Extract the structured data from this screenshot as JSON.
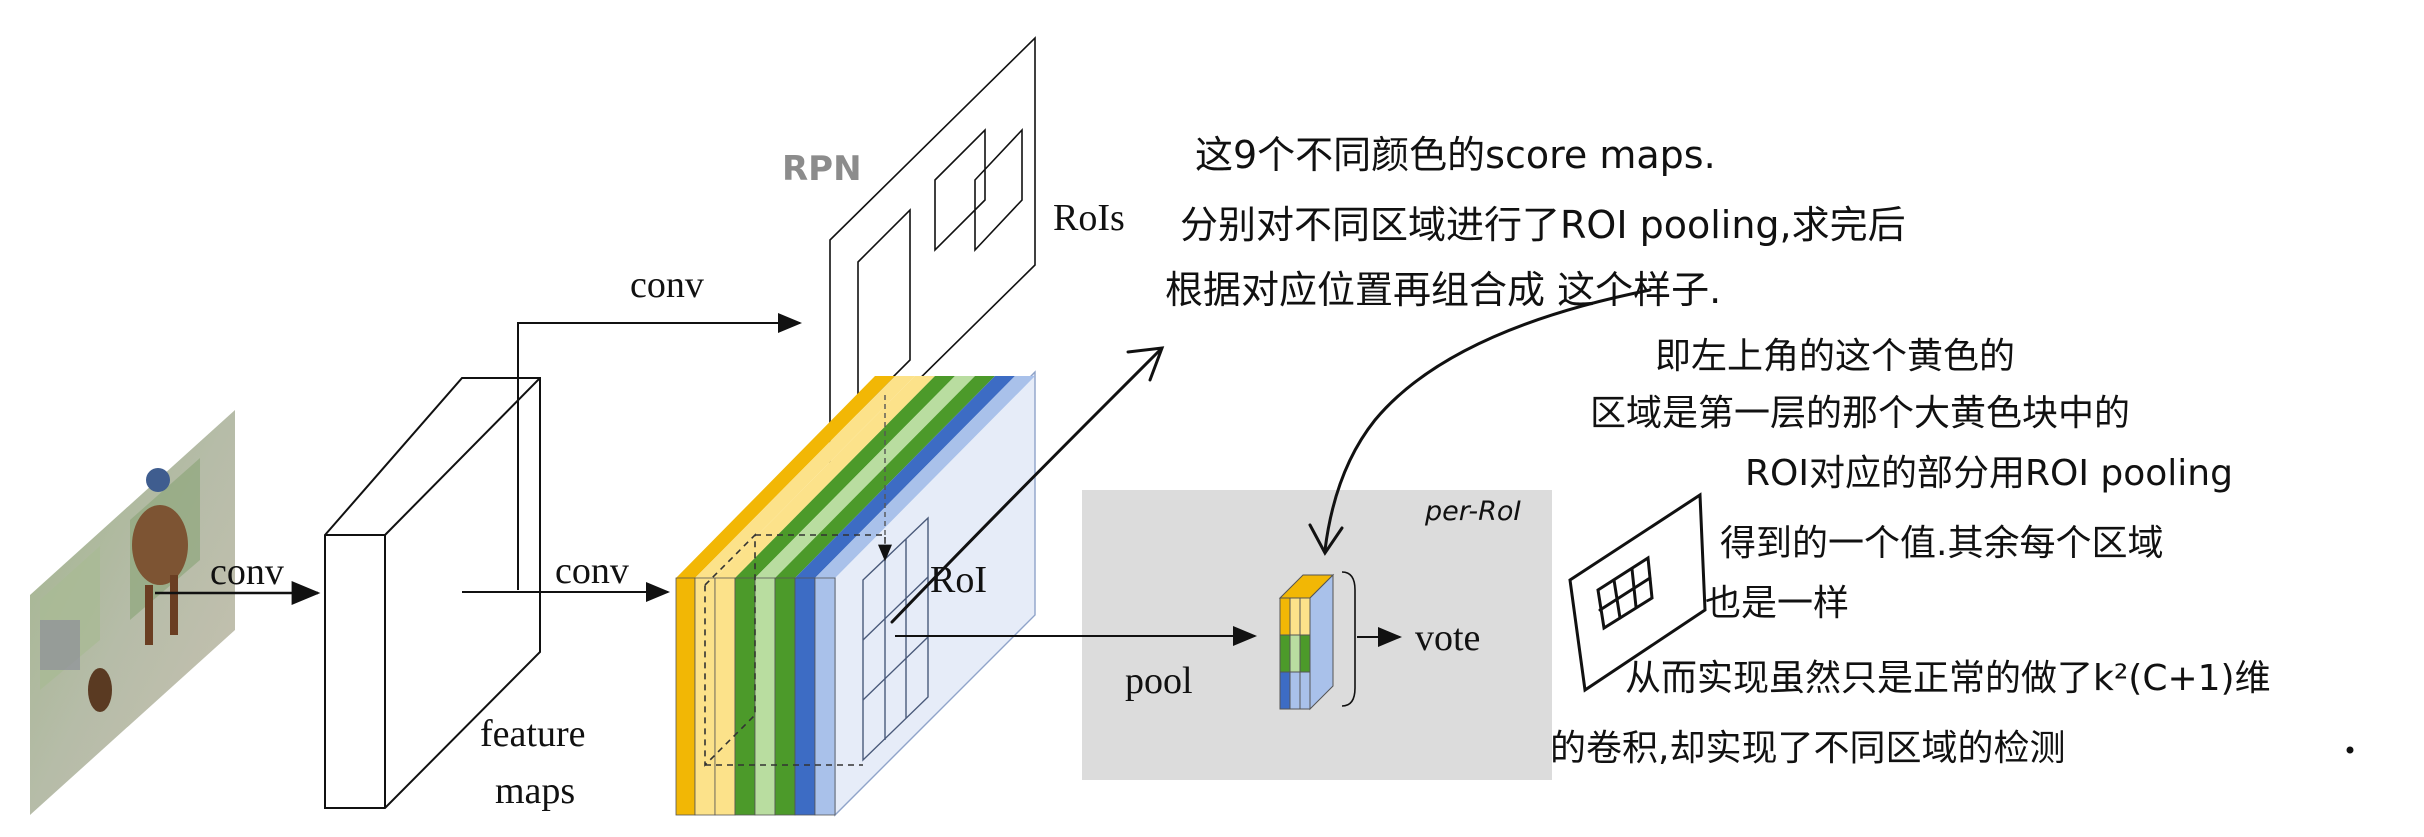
{
  "labels": {
    "conv_input": "conv",
    "conv_top": "conv",
    "conv_mid": "conv",
    "feature_maps_line1": "feature",
    "feature_maps_line2": "maps",
    "rpn": "RPN",
    "rois": "RoIs",
    "roi": "RoI",
    "per_roi": "per-RoI",
    "pool": "pool",
    "vote": "vote"
  },
  "annotations": {
    "note1": [
      "这9个不同颜色的score maps.",
      "分别对不同区域进行了ROI pooling,求完后",
      "根据对应位置再组合成 这个样子."
    ],
    "note2": [
      "即左上角的这个黄色的",
      "区域是第一层的那个大黄色块中的",
      "ROI对应的部分用ROI pooling",
      "得到的一个值.其余每个区域",
      "也是一样"
    ],
    "note3": [
      "从而实现虽然只是正常的做了k²(C+1)维",
      "的卷积,却实现了不同区域的检测"
    ]
  },
  "colors": {
    "yellow_dark": "#F2B705",
    "yellow_light": "#FCE28A",
    "green_dark": "#4C9A2A",
    "green_light": "#B9DDA0",
    "blue_dark": "#3D6CC4",
    "blue_light": "#A9C1EA",
    "roi_face": "#E6ECF8",
    "per_roi_bg": "#DCDCDC",
    "ink": "#111111"
  }
}
